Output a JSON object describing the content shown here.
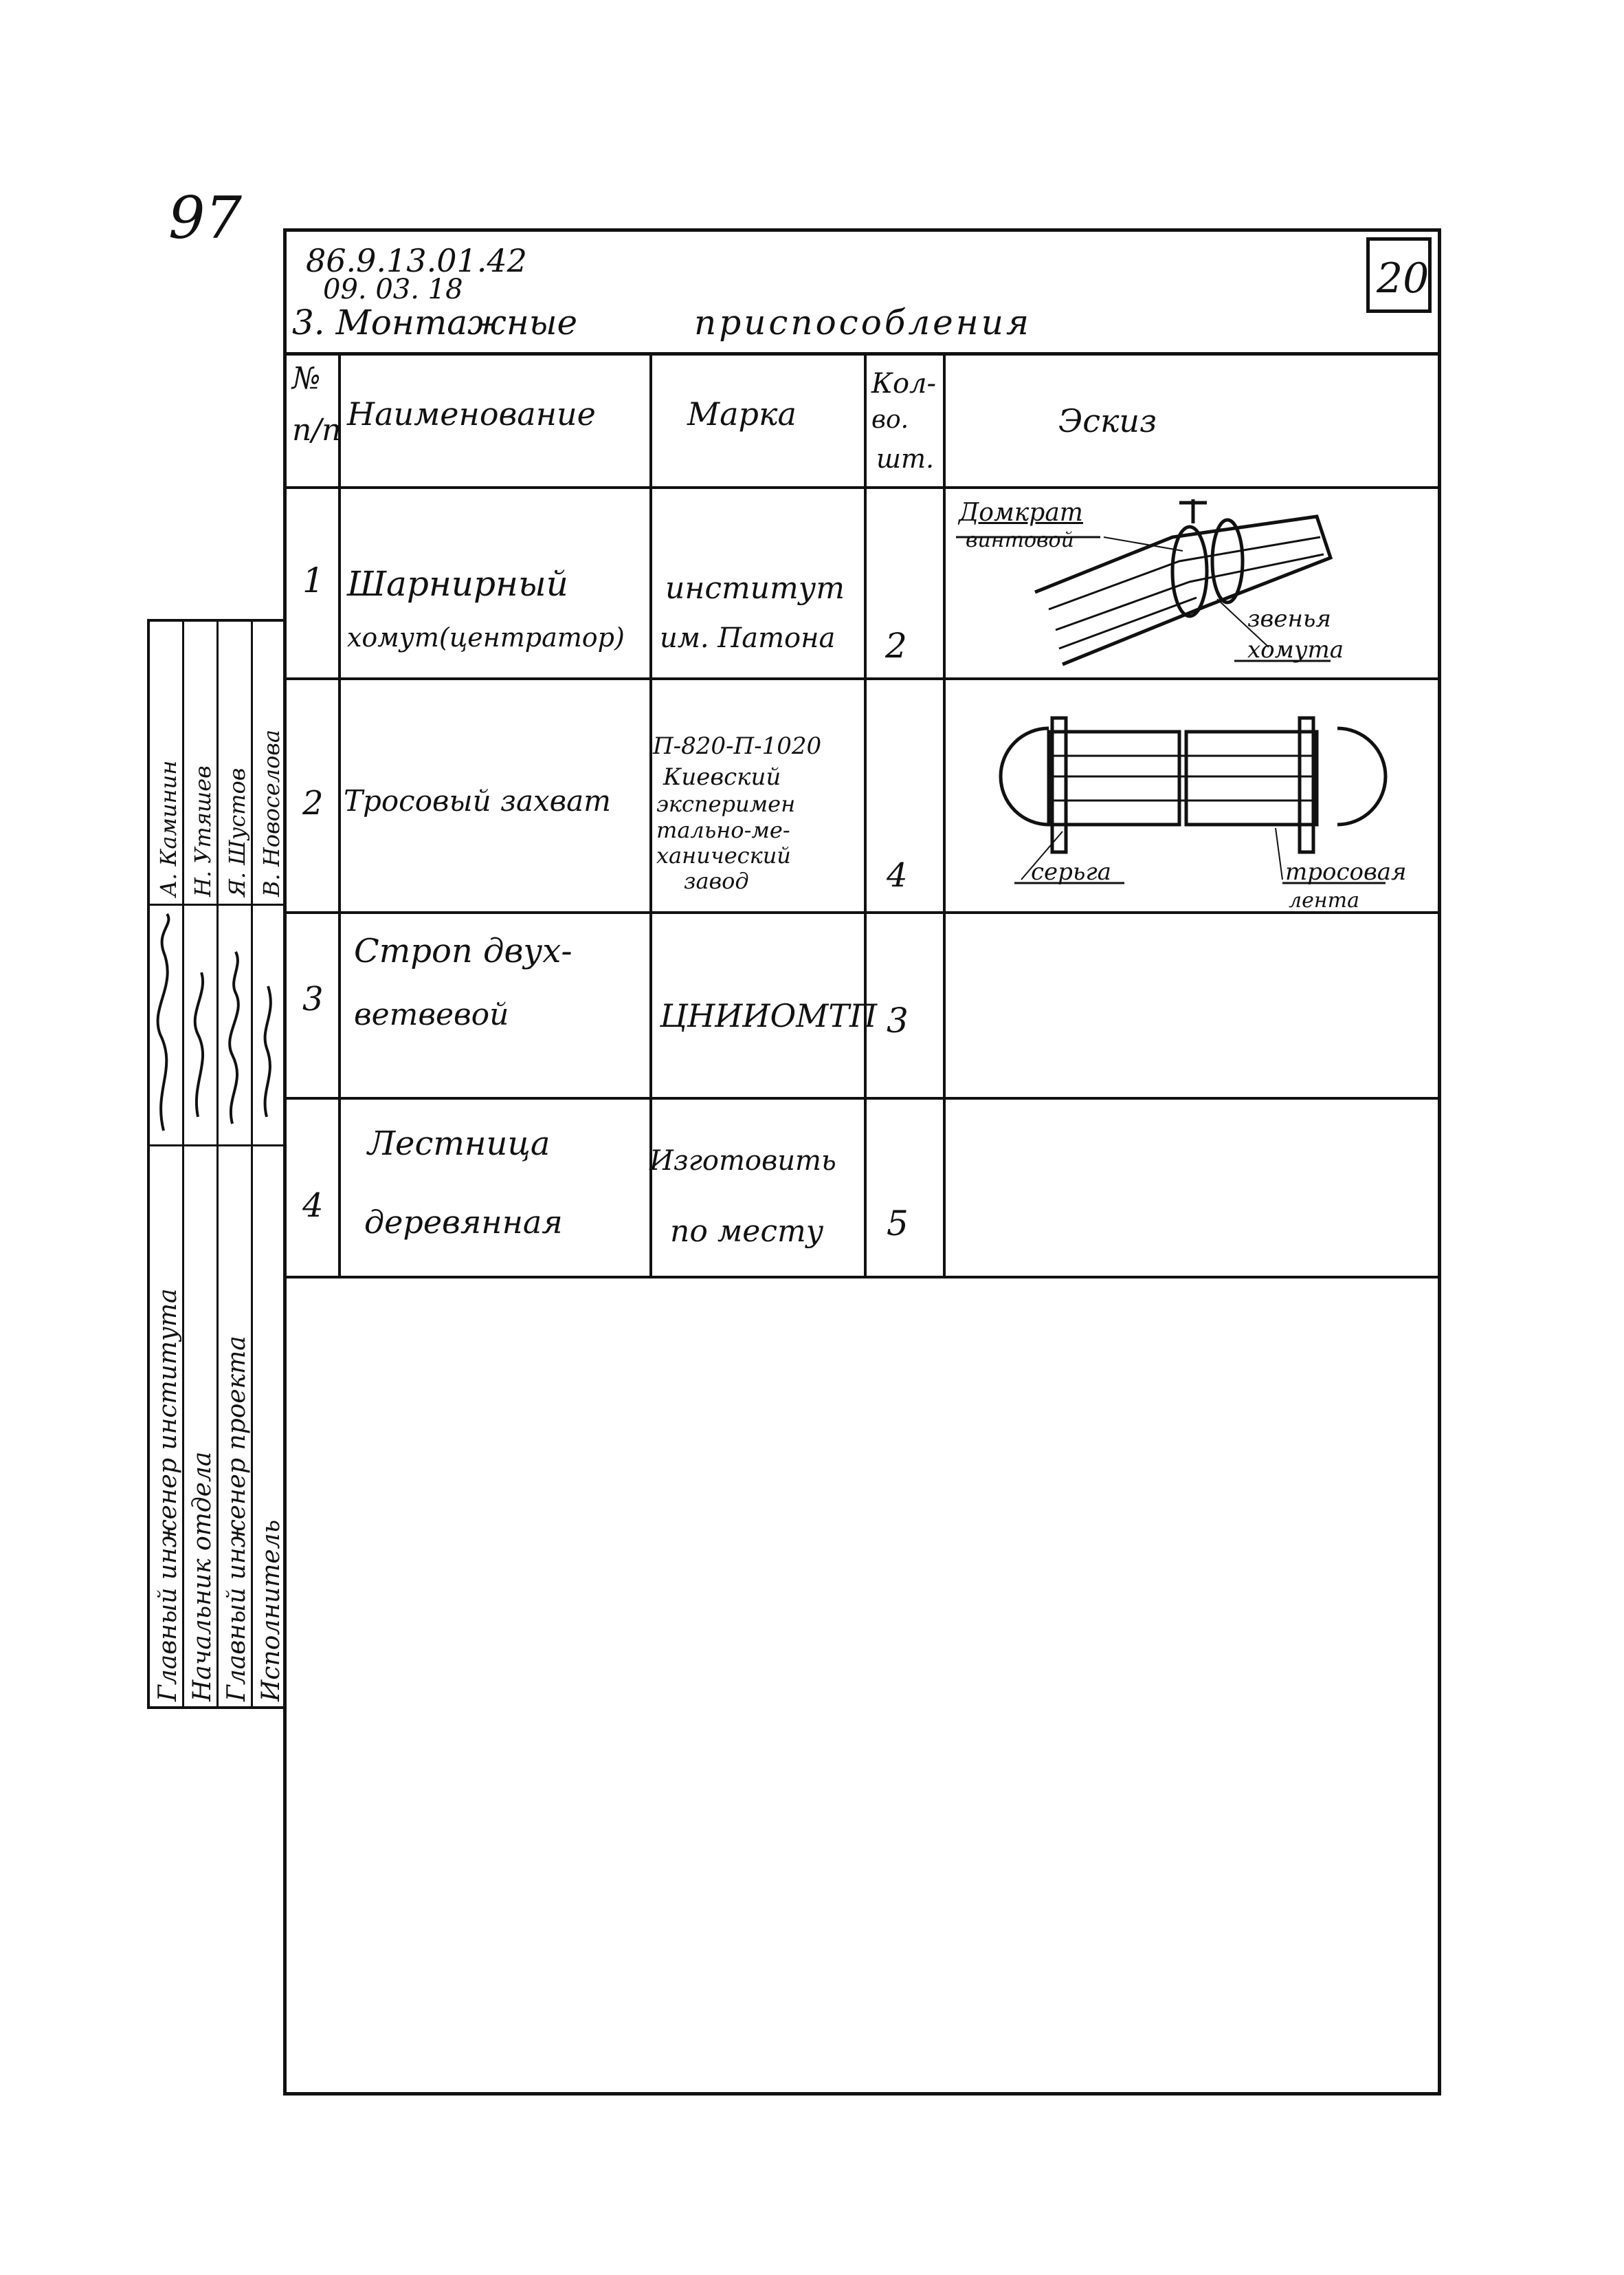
{
  "page_number": "97",
  "header": {
    "code_line1": "86.9.13.01.42",
    "code_line2": "09. 03. 18",
    "section_title_part1": "3. Монтажные",
    "section_title_part2": "приспособления",
    "sheet_number": "20"
  },
  "table": {
    "headers": {
      "num": [
        "№",
        "п/п"
      ],
      "name": "Наименование",
      "brand": "Марка",
      "qty": [
        "Кол-",
        "во.",
        "шт."
      ],
      "sketch": "Эскиз"
    },
    "rows": [
      {
        "num": "1",
        "name": [
          "Шарнирный",
          "хомут(центратор)"
        ],
        "brand": [
          "институт",
          "им. Патона"
        ],
        "qty": "2",
        "sketch_labels": [
          "Домкрат",
          "винтовой",
          "звенья",
          "хомута"
        ]
      },
      {
        "num": "2",
        "name": [
          "Тросовый захват"
        ],
        "brand": [
          "П-820-П-1020",
          "Киевский",
          "эксперимен",
          "тально-ме-",
          "ханический",
          "завод"
        ],
        "qty": "4",
        "sketch_labels": [
          "серьга",
          "тросовая",
          "лента"
        ]
      },
      {
        "num": "3",
        "name": [
          "Строп двух-",
          "ветвевой"
        ],
        "brand": [
          "ЦНИИОМТП"
        ],
        "qty": "3",
        "sketch_labels": []
      },
      {
        "num": "4",
        "name": [
          "Лестница",
          "деревянная"
        ],
        "brand": [
          "Изготовить",
          "по месту"
        ],
        "qty": "5",
        "sketch_labels": []
      }
    ]
  },
  "stamp": {
    "roles": [
      "Главный инженер института",
      "Начальник отдела",
      "Главный инженер проекта",
      "Исполнитель"
    ],
    "names": [
      "А. Каминин",
      "Н. Утяшев",
      "Я. Шустов",
      "В. Новоселова"
    ]
  }
}
